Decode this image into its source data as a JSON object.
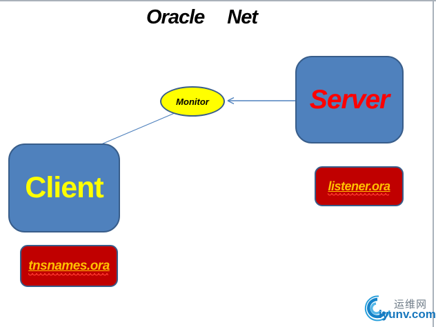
{
  "title": {
    "word1": "Oracle",
    "word2": "Net"
  },
  "diagram": {
    "server": {
      "label": "Server"
    },
    "client": {
      "label": "Client"
    },
    "monitor": {
      "label": "Monitor"
    },
    "listener_file": {
      "label": "listener.ora"
    },
    "tnsnames_file": {
      "label": "tnsnames.ora"
    }
  },
  "watermark": {
    "site_name": "运维网",
    "site_domain": "iyunv.com"
  },
  "colors": {
    "node_fill": "#4F81BD",
    "node_border": "#385D8A",
    "file_fill": "#C00000",
    "monitor_fill": "#FFFF00",
    "server_text": "#FF0000",
    "client_text": "#FFFF00",
    "file_text": "#FFC000",
    "connector": "#4F81BD",
    "border_gray": "#A9B1BA",
    "watermark_text": "#6E7B87",
    "watermark_link": "#1777BD"
  }
}
